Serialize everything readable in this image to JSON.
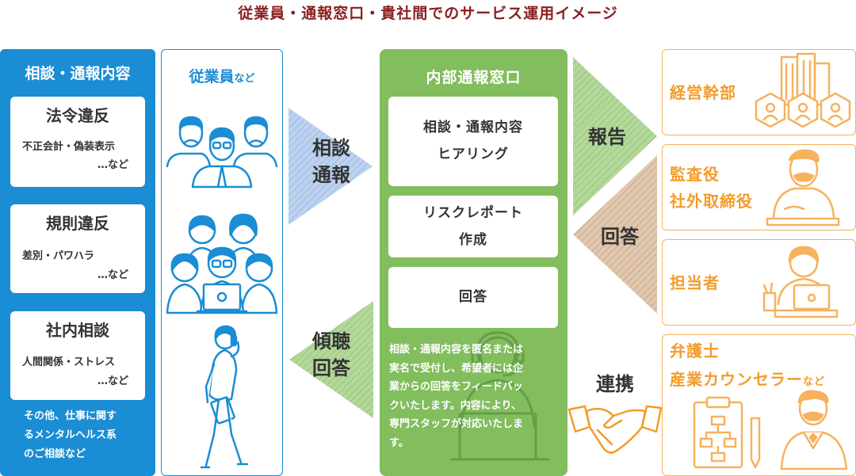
{
  "title": "従業員・通報窓口・貴社間でのサービス運用イメージ",
  "col1": {
    "heading": "相談・通報内容",
    "cards": [
      {
        "title": "法令違反",
        "line1": "不正会計・偽装表示",
        "line2": "…など"
      },
      {
        "title": "規則違反",
        "line1": "差別・パワハラ",
        "line2": "…など"
      },
      {
        "title": "社内相談",
        "line1": "人間関係・ストレス",
        "line2": "…など"
      }
    ],
    "footer": [
      "その他、仕事に関す",
      "るメンタルヘルス系",
      "のご相談など"
    ]
  },
  "col2": {
    "heading_main": "従業員",
    "heading_suffix": "など"
  },
  "arrows": {
    "consult": [
      "相談",
      "通報"
    ],
    "listen": [
      "傾聴",
      "回答"
    ],
    "report": "報告",
    "answer": "回答",
    "link": "連携"
  },
  "col3": {
    "heading": "内部通報窓口",
    "card1": [
      "相談・通報内容",
      "ヒアリング"
    ],
    "card2": [
      "リスクレポート",
      "作成"
    ],
    "card3": "回答",
    "description": [
      "相談・通報内容を匿名または",
      "実名で受付し、希望者には企",
      "業からの回答をフィードバッ",
      "クいたします。内容により、",
      "専門スタッフが対応いたしま",
      "す。"
    ]
  },
  "col5": {
    "exec": "経営幹部",
    "audit": [
      "監査役",
      "社外取締役"
    ],
    "staff": "担当者",
    "lawyer": "弁護士",
    "counselor_main": "産業カウンセラー",
    "counselor_suffix": "など"
  },
  "colors": {
    "blue": "#1a8dd4",
    "green": "#82bd5e",
    "orange": "#f39c2a",
    "title": "#8b1f1f",
    "arrow_blue": "#a9c4e6",
    "arrow_green": "#a6cf8c",
    "arrow_brown": "#d6b79b"
  },
  "icons": [
    "business-people-group-icon",
    "office-workers-group-icon",
    "walking-woman-phone-icon",
    "operator-headset-icon",
    "building-org-chart-icon",
    "mustache-man-icon",
    "businessman-laptop-icon",
    "handshake-icon",
    "clipboard-chart-icon",
    "lawyer-icon"
  ]
}
